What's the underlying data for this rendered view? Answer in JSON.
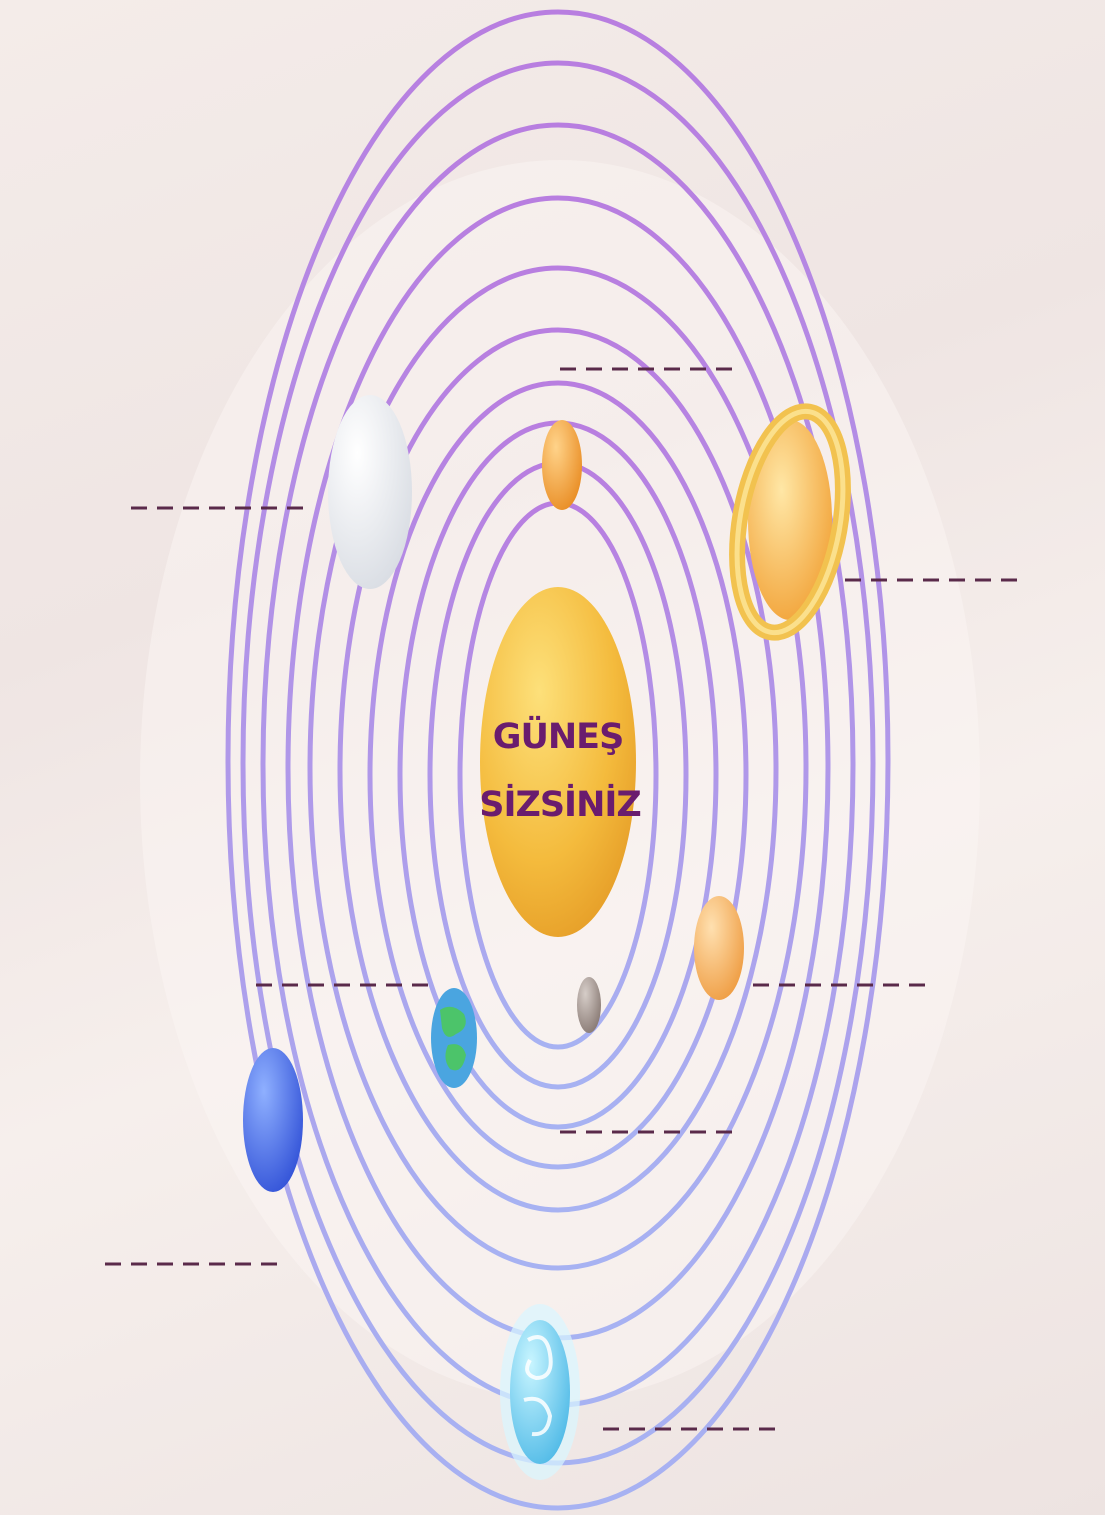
{
  "sun": {
    "line1": "GÜNEŞ",
    "line2": "SİZSİNİZ"
  },
  "colors": {
    "orbit_top": "#b87ee0",
    "orbit_bottom": "#a7b2f2",
    "sun": "#f2b93b",
    "label_text": "#6a1c6e",
    "dash": "#5a2a4a"
  },
  "planets": [
    {
      "name": "small-orange-planet",
      "color": "#f0a23a"
    },
    {
      "name": "white-planet",
      "color": "#eceff3"
    },
    {
      "name": "ringed-planet",
      "color": "#f5c25b"
    },
    {
      "name": "peach-planet",
      "color": "#f4c07a"
    },
    {
      "name": "gray-planet",
      "color": "#a99c96"
    },
    {
      "name": "earth-planet",
      "color": "#4aa5e0"
    },
    {
      "name": "blue-planet",
      "color": "#4c6fe8"
    },
    {
      "name": "cyan-planet",
      "color": "#6fd3f0"
    }
  ],
  "blanks": [
    {
      "id": "blank-1"
    },
    {
      "id": "blank-2"
    },
    {
      "id": "blank-3"
    },
    {
      "id": "blank-4"
    },
    {
      "id": "blank-5"
    },
    {
      "id": "blank-6"
    },
    {
      "id": "blank-7"
    },
    {
      "id": "blank-8"
    }
  ]
}
